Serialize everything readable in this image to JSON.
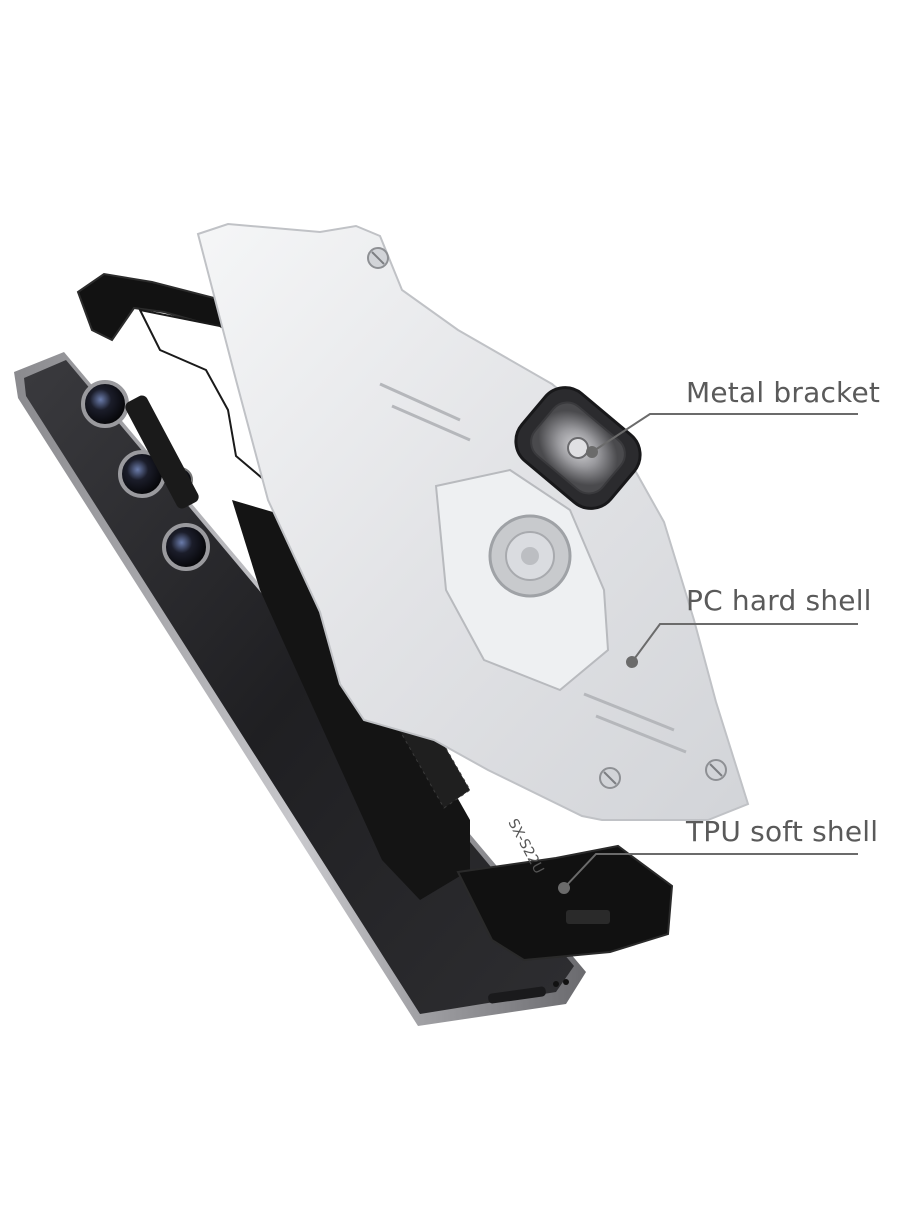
{
  "callouts": {
    "metal_bracket": "Metal bracket",
    "pc_hard_shell": "PC hard shell",
    "tpu_soft_shell": "TPU soft shell"
  },
  "engraving": "SX-S22U",
  "colors": {
    "label_text": "#5a5a5a",
    "leader_line": "#6b6b6b",
    "phone_body": "#2a2a2c",
    "tpu_black": "#111111",
    "pc_silver": "#e9eaec"
  }
}
